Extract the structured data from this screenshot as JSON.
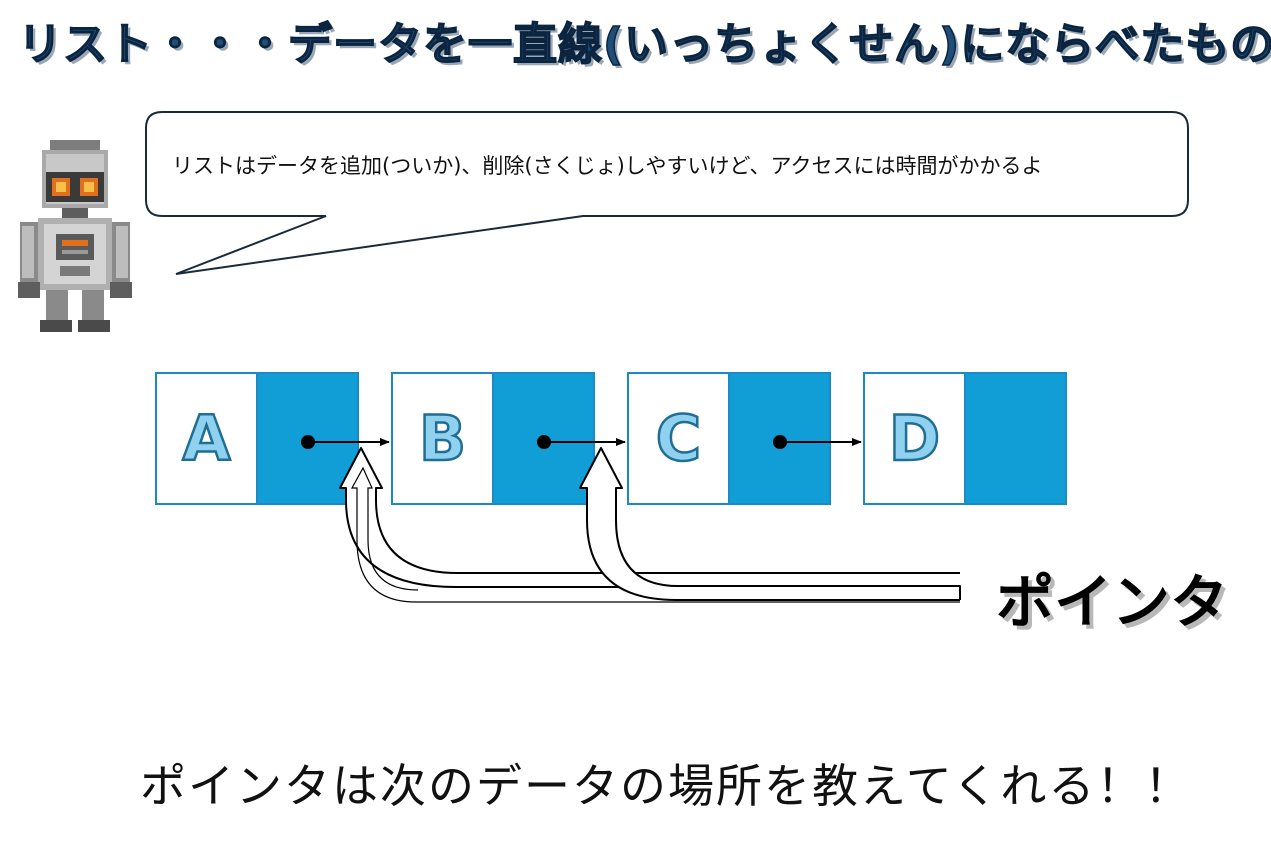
{
  "title": "リスト・・・データを一直線(いっちょくせん)にならべたもの",
  "speech_bubble": {
    "text": "リストはデータを追加(ついか)、削除(さくじょ)しやすいけど、アクセスには時間がかかるよ"
  },
  "character": {
    "icon": "robot-icon"
  },
  "nodes": [
    {
      "label": "A",
      "has_pointer": true
    },
    {
      "label": "B",
      "has_pointer": true
    },
    {
      "label": "C",
      "has_pointer": true
    },
    {
      "label": "D",
      "has_pointer": false
    }
  ],
  "pointer_callout": {
    "label": "ポインタ"
  },
  "caption": "ポインタは次のデータの場所を教えてくれる！！",
  "colors": {
    "pointer_cell": "#119dd6",
    "node_border": "#1a8bc4",
    "label_fill": "#8fd1ee",
    "label_stroke": "#1f6e95",
    "title": "#1f4e79"
  }
}
